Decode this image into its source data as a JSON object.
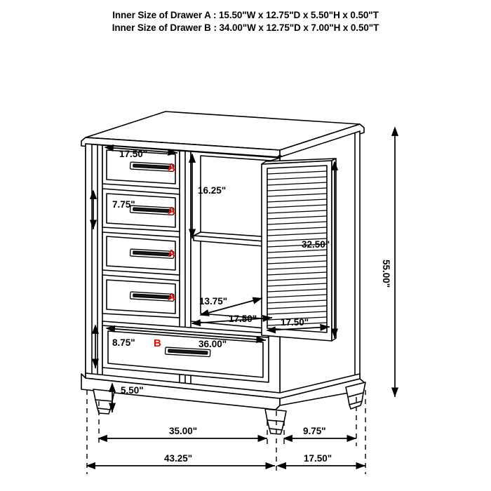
{
  "header": {
    "line1": "Inner Size of Drawer A : 15.50\"W x 12.75\"D x 5.50\"H x 0.50\"T",
    "line2": "Inner Size of Drawer B : 34.00\"W x 12.75\"D x 7.00\"H x 0.50\"T"
  },
  "product": {
    "type": "man's chest / gentleman's chest",
    "description": "Isometric line drawing of a five-drawer chest with a louvered cabinet door on the right side and turned tapered feet."
  },
  "colors": {
    "line": "#000000",
    "label_accent": "#ff0000",
    "background": "#ffffff",
    "fill": "#ffffff"
  },
  "drawer_labels": [
    {
      "id": "A1",
      "text": "A"
    },
    {
      "id": "A2",
      "text": "A"
    },
    {
      "id": "A3",
      "text": "A"
    },
    {
      "id": "A4",
      "text": "A"
    },
    {
      "id": "B1",
      "text": "B"
    }
  ],
  "dimensions": {
    "drawer_a_width": "17.50\"",
    "drawer_a_height": "7.75\"",
    "upper_compartment_height": "16.25\"",
    "cabinet_door_height": "32.50\"",
    "shelf_depth": "13.75\"",
    "cabinet_inner_width": "17.50\"",
    "door_width": "17.50\"",
    "drawer_b_height": "8.75\"",
    "drawer_b_width": "36.00\"",
    "overall_height": "55.00\"",
    "leg_height": "5.50\"",
    "front_width_main": "35.00\"",
    "side_depth_top": "9.75\"",
    "overall_width": "43.25\"",
    "overall_depth": "17.50\""
  }
}
